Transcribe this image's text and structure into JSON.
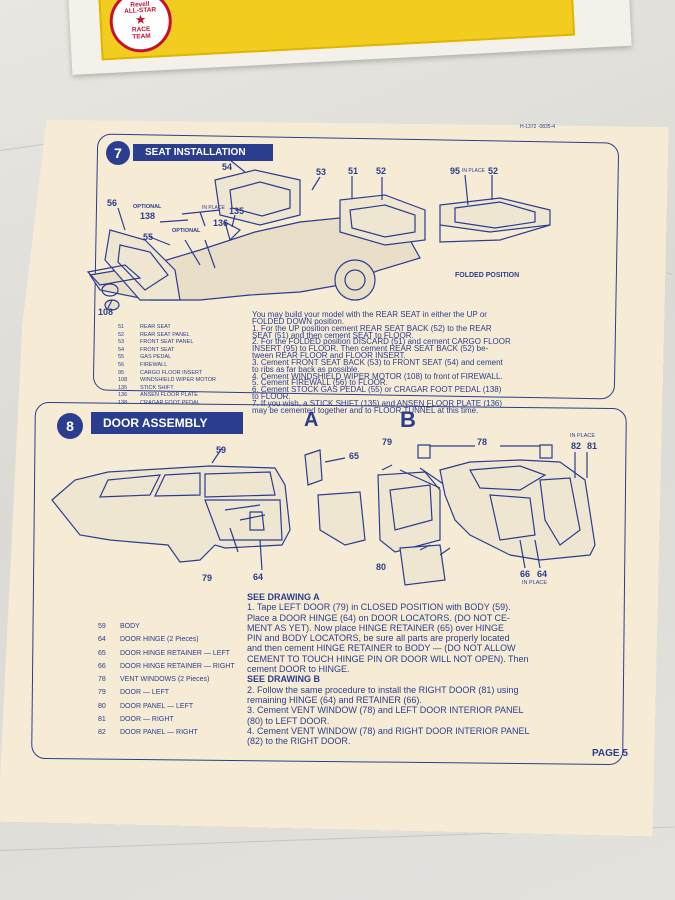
{
  "box": {
    "seal_text": [
      "Revell",
      "ALL-STAR",
      "RACE",
      "TEAM"
    ]
  },
  "sheet": {
    "catalog_number": "H-1372 -0835-4",
    "step7": {
      "number": "7",
      "title": "SEAT INSTALLATION",
      "callouts": {
        "c54": "54",
        "c53": "53",
        "c51": "51",
        "c52": "52",
        "c95": "95",
        "in_place": "IN PLACE",
        "c52b": "52",
        "c56": "56",
        "optional1": "OPTIONAL",
        "c138": "138",
        "in_place2": "IN PLACE",
        "c135": "135",
        "c136": "136",
        "optional2": "OPTIONAL",
        "c55": "55",
        "c108": "108"
      },
      "folded_position": "FOLDED POSITION",
      "legend": [
        {
          "num": "51",
          "text": "REAR SEAT"
        },
        {
          "num": "52",
          "text": "REAR SEAT PANEL"
        },
        {
          "num": "53",
          "text": "FRONT SEAT PANEL"
        },
        {
          "num": "54",
          "text": "FRONT SEAT"
        },
        {
          "num": "55",
          "text": "GAS PEDAL"
        },
        {
          "num": "56",
          "text": "FIREWALL"
        },
        {
          "num": "95",
          "text": "CARGO FLOOR INSERT"
        },
        {
          "num": "108",
          "text": "WINDSHIELD WIPER MOTOR"
        },
        {
          "num": "135",
          "text": "STICK SHIFT"
        },
        {
          "num": "136",
          "text": "ANSEN FLOOR PLATE"
        },
        {
          "num": "138",
          "text": "CRAGAR FOOT PEDAL"
        }
      ],
      "instructions": [
        "You may build your model with the REAR SEAT in either the UP or",
        "FOLDED DOWN position.",
        "1.  For the UP position cement REAR SEAT BACK (52) to the REAR",
        "     SEAT (51) and then cement SEAT to FLOOR.",
        "2.  For the FOLDED position DISCARD (51) and cement CARGO FLOOR",
        "     INSERT (95) to FLOOR. Then cement REAR SEAT BACK (52) be-",
        "     tween REAR FLOOR and FLOOR INSERT.",
        "3.  Cement FRONT SEAT BACK (53) to FRONT SEAT (54) and cement",
        "     to ribs as far back as possible.",
        "4.  Cement WINDSHIELD WIPER MOTOR (108) to front of FIREWALL.",
        "5.  Cement FIREWALL (56) to FLOOR.",
        "6.  Cement STOCK GAS PEDAL (55) or CRAGAR FOOT PEDAL (138)",
        "     to FLOOR.",
        "7.  If you wish, a STICK SHIFT (135) and ANSEN FLOOR PLATE (136)",
        "     may be cemented together and to FLOOR TUNNEL at this time."
      ]
    },
    "step8": {
      "number": "8",
      "title": "DOOR ASSEMBLY",
      "drawing_a": "A",
      "drawing_b": "B",
      "callouts": {
        "c59": "59",
        "c65": "65",
        "c79a": "79",
        "c64a": "64",
        "c79b": "79",
        "c78": "78",
        "in_place": "IN PLACE",
        "c82": "82",
        "c81": "81",
        "c80": "80",
        "c66": "66",
        "c64b": "64",
        "in_place2": "IN PLACE"
      },
      "legend": [
        {
          "num": "59",
          "text": "BODY"
        },
        {
          "num": "64",
          "text": "DOOR HINGE (2 Pieces)"
        },
        {
          "num": "65",
          "text": "DOOR HINGE RETAINER — LEFT"
        },
        {
          "num": "66",
          "text": "DOOR HINGE RETAINER — RIGHT"
        },
        {
          "num": "78",
          "text": "VENT WINDOWS (2 Pieces)"
        },
        {
          "num": "79",
          "text": "DOOR — LEFT"
        },
        {
          "num": "80",
          "text": "DOOR PANEL — LEFT"
        },
        {
          "num": "81",
          "text": "DOOR — RIGHT"
        },
        {
          "num": "82",
          "text": "DOOR PANEL — RIGHT"
        }
      ],
      "see_a": "SEE DRAWING A",
      "instructions_a": [
        "1.  Tape LEFT DOOR (79) in CLOSED POSITION with BODY (59).",
        "     Place a DOOR HINGE (64) on DOOR LOCATORS. (DO NOT CE-",
        "     MENT AS YET). Now place HINGE RETAINER (65) over HINGE",
        "     PIN and BODY LOCATORS, be sure all parts are properly located",
        "     and then cement HINGE RETAINER to BODY — (DO NOT ALLOW",
        "     CEMENT TO TOUCH HINGE PIN OR DOOR WILL NOT OPEN). Then",
        "     cement DOOR to HINGE."
      ],
      "see_b": "SEE DRAWING B",
      "instructions_b": [
        "2.  Follow the same procedure to install the RIGHT DOOR (81) using",
        "     remaining HINGE (64) and RETAINER (66).",
        "3.  Cement VENT WINDOW (78) and LEFT DOOR INTERIOR PANEL",
        "     (80) to LEFT DOOR.",
        "4.  Cement VENT WINDOW (78) and RIGHT DOOR INTERIOR PANEL",
        "     (82) to the RIGHT DOOR."
      ]
    },
    "page_label": "PAGE 5"
  },
  "colors": {
    "ink": "#2a3d8f",
    "paper": "#f6ecd6",
    "box_yellow": "#f2cc1f",
    "seal_red": "#c8102e"
  }
}
